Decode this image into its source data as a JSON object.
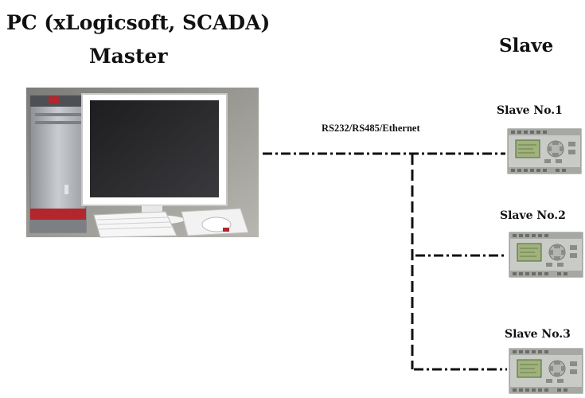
{
  "master": {
    "title_line1": "PC (xLogicsoft, SCADA)",
    "title_line2": "Master"
  },
  "slave_header": "Slave",
  "link_label": "RS232/RS485/Ethernet",
  "slaves": [
    {
      "label": "Slave No.1"
    },
    {
      "label": "Slave No.2"
    },
    {
      "label": "Slave No.3"
    }
  ],
  "colors": {
    "bus_line": "#111111",
    "device_body": "#c9cbc7",
    "lcd": "#9fb37a",
    "monitor_bezel": "#ffffff",
    "accent_red": "#b2262c"
  },
  "icons": [
    "pc-computer-icon",
    "plc-module-icon"
  ]
}
